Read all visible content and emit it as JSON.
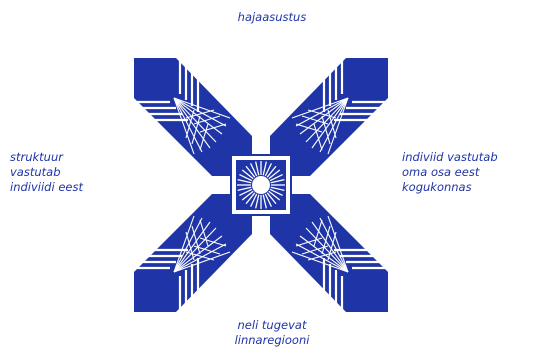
{
  "labels": {
    "top": "hajaasustus",
    "left": "struktuur\nvastutab\nindiviidi eest",
    "right": "indiviid vastutab\noma osa eest\nkogukonnas",
    "bottom": "neli tugevat\nlinnaregiooni"
  },
  "colors": {
    "primary": "#1f34a6",
    "background": "#ffffff"
  },
  "emblem": {
    "description_icon": "star-cross-emblem"
  }
}
